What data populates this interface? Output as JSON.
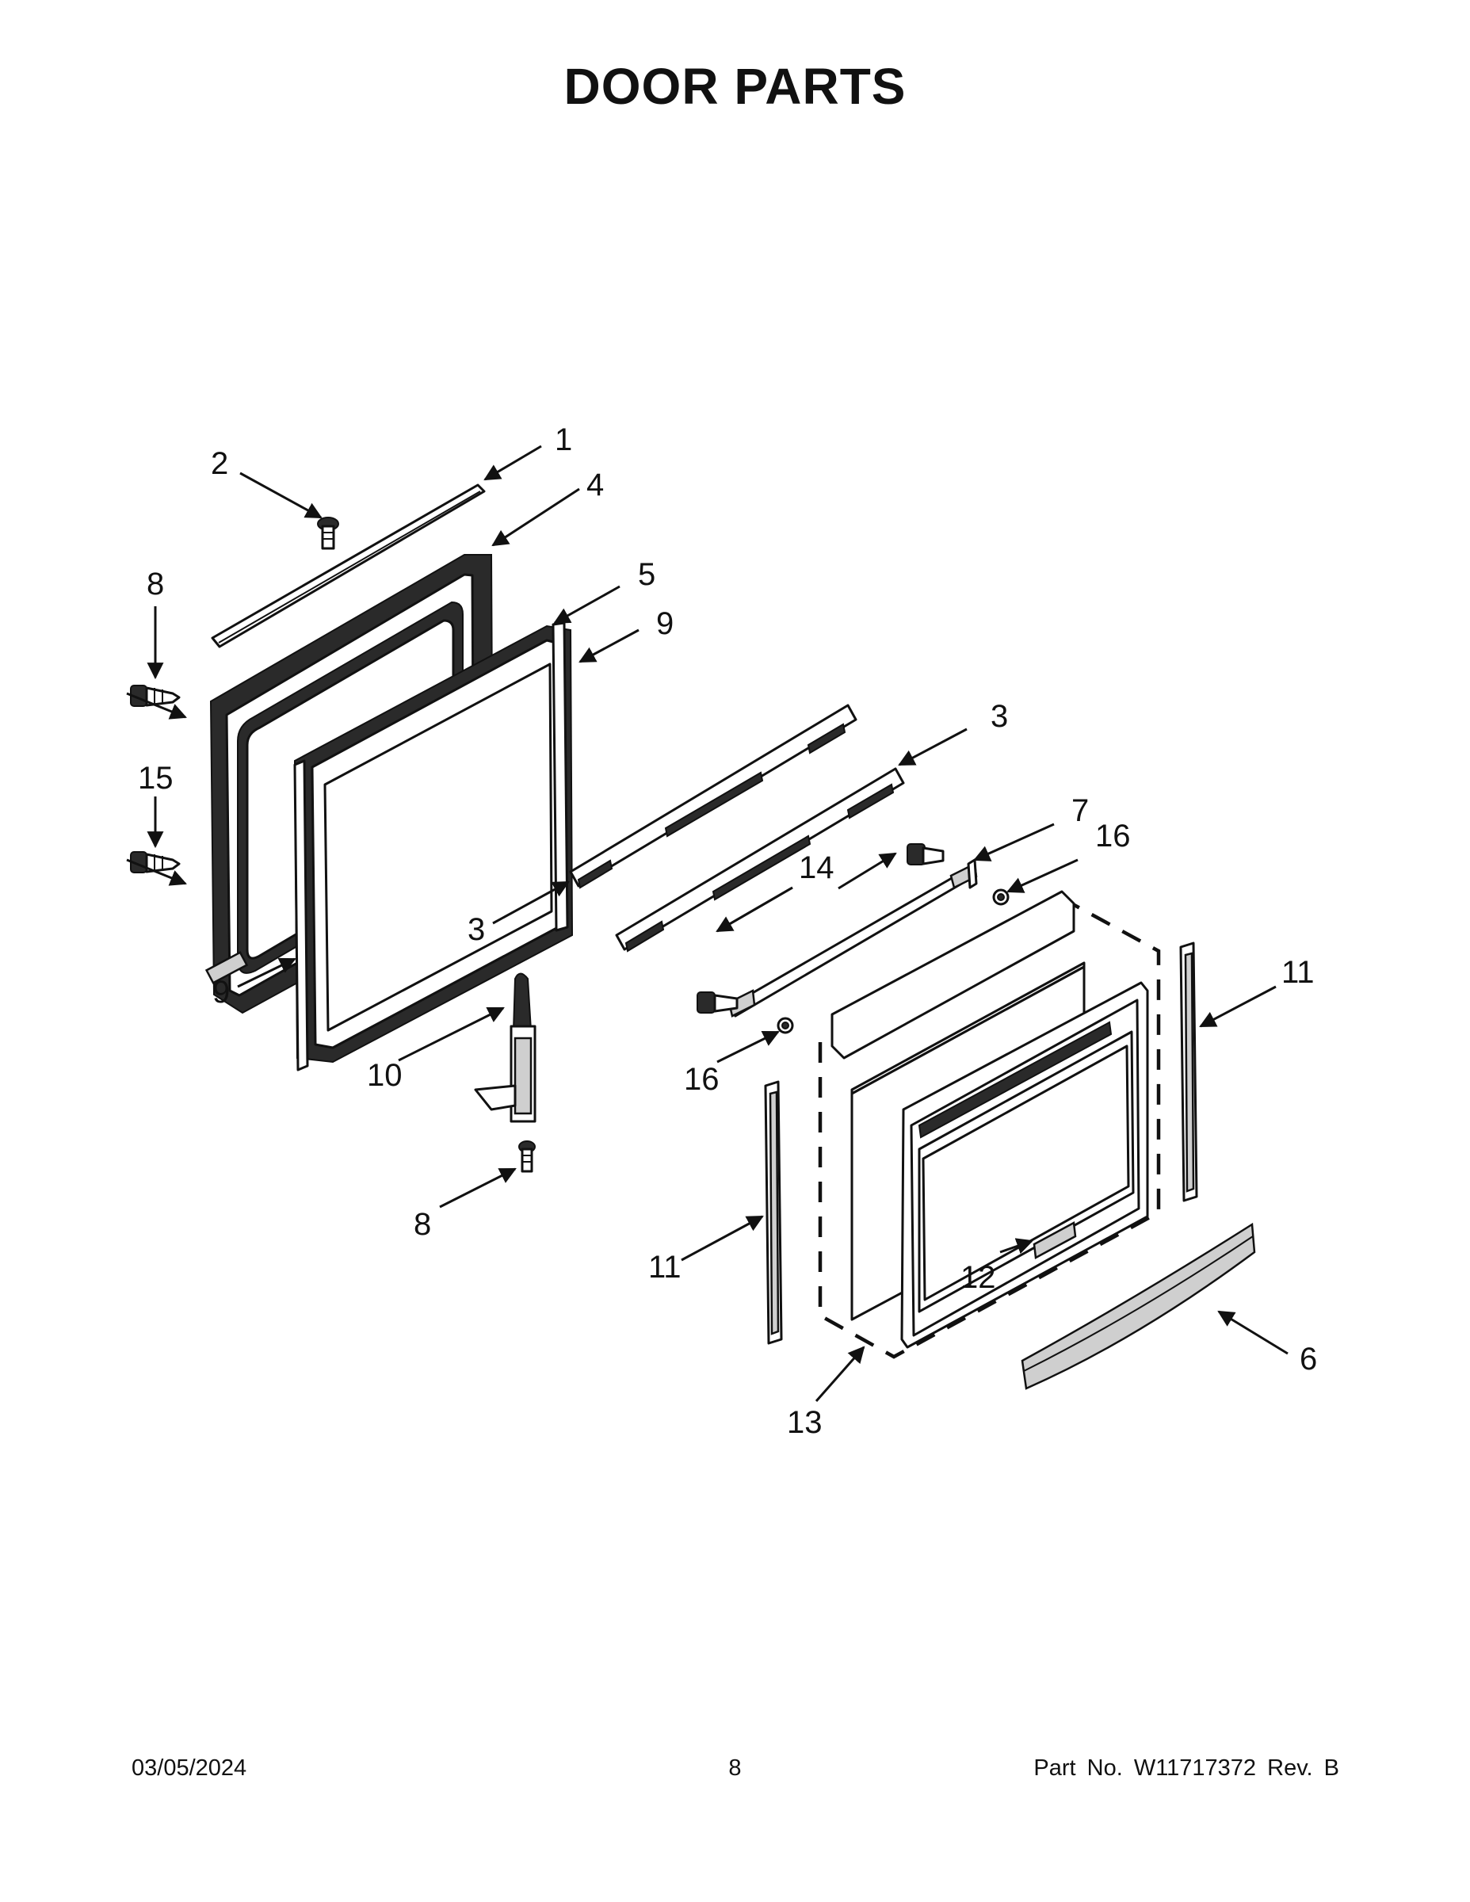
{
  "title": "DOOR PARTS",
  "callouts": [
    {
      "id": "c1",
      "label": "1"
    },
    {
      "id": "c2",
      "label": "2"
    },
    {
      "id": "c3a",
      "label": "3"
    },
    {
      "id": "c3b",
      "label": "3"
    },
    {
      "id": "c4",
      "label": "4"
    },
    {
      "id": "c5",
      "label": "5"
    },
    {
      "id": "c6",
      "label": "6"
    },
    {
      "id": "c7",
      "label": "7"
    },
    {
      "id": "c8a",
      "label": "8"
    },
    {
      "id": "c8b",
      "label": "8"
    },
    {
      "id": "c9a",
      "label": "9"
    },
    {
      "id": "c9b",
      "label": "9"
    },
    {
      "id": "c10",
      "label": "10"
    },
    {
      "id": "c11a",
      "label": "11"
    },
    {
      "id": "c11b",
      "label": "11"
    },
    {
      "id": "c12",
      "label": "12"
    },
    {
      "id": "c13",
      "label": "13"
    },
    {
      "id": "c14",
      "label": "14"
    },
    {
      "id": "c15",
      "label": "15"
    },
    {
      "id": "c16a",
      "label": "16"
    },
    {
      "id": "c16b",
      "label": "16"
    }
  ],
  "footer": {
    "date": "03/05/2024",
    "page": "8",
    "part_number": "Part No.  W11717372  Rev.  B"
  }
}
